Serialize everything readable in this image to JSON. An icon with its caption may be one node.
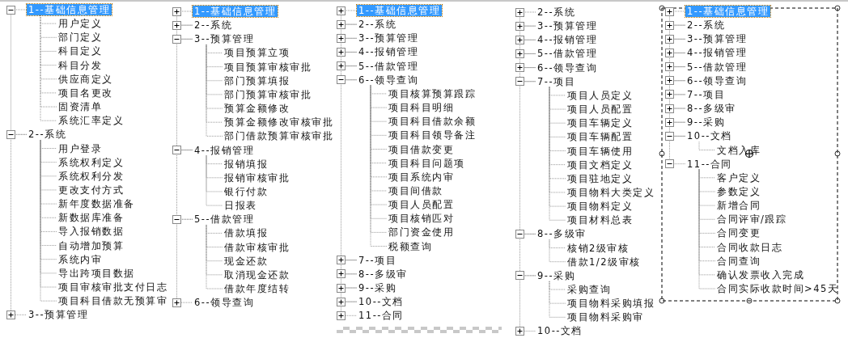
{
  "diagram": {
    "nodes": [
      {
        "text": [
          "1--基础信息管理"
        ]
      },
      {
        "text": [
          "用户定义"
        ]
      },
      {
        "text": [
          "部门定义"
        ]
      },
      {
        "text": [
          "科目定义"
        ]
      },
      {
        "text": [
          "科目分发"
        ]
      },
      {
        "text": [
          "供应商定义"
        ]
      },
      {
        "text": [
          "项目名更改"
        ]
      },
      {
        "text": [
          "固资清单"
        ]
      },
      {
        "text": [
          "系统汇率定义"
        ]
      },
      {
        "text": [
          "2--系统"
        ]
      },
      {
        "text": [
          "用户登录"
        ]
      },
      {
        "text": [
          "系统权利定义"
        ]
      },
      {
        "text": [
          "系统权利分发"
        ]
      },
      {
        "text": [
          "更改支付方式"
        ]
      },
      {
        "text": [
          "新年度数据准备"
        ]
      },
      {
        "text": [
          "新数据库准备"
        ]
      },
      {
        "text": [
          "导入报销数据"
        ]
      },
      {
        "text": [
          "自动增加预算"
        ]
      },
      {
        "text": [
          "系统内审"
        ]
      },
      {
        "text": [
          "导出跨项目数据"
        ]
      },
      {
        "text": [
          "项目审核审批支付日志"
        ]
      },
      {
        "text": [
          "项目科目借款无预算审"
        ]
      },
      {
        "text": [
          "3--预算管理"
        ]
      },
      {
        "text": [
          "1--基础信息管理"
        ]
      },
      {
        "text": [
          "2--系统"
        ]
      },
      {
        "text": [
          "3--预算管理"
        ]
      },
      {
        "text": [
          "项目预算立项"
        ]
      },
      {
        "text": [
          "项目预算审核审批"
        ]
      },
      {
        "text": [
          "部门预算填报"
        ]
      },
      {
        "text": [
          "部门预算审核审批"
        ]
      },
      {
        "text": [
          "预算金额修改"
        ]
      },
      {
        "text": [
          "预算金额修改审核审批"
        ]
      },
      {
        "text": [
          "部门借款预算审核审批"
        ]
      },
      {
        "text": [
          "4--报销管理"
        ]
      },
      {
        "text": [
          "报销填报"
        ]
      },
      {
        "text": [
          "报销审核审批"
        ]
      },
      {
        "text": [
          "银行付款"
        ]
      },
      {
        "text": [
          "日报表"
        ]
      },
      {
        "text": [
          "5--借款管理"
        ]
      },
      {
        "text": [
          "借款填报"
        ]
      },
      {
        "text": [
          "借款审核审批"
        ]
      },
      {
        "text": [
          "现金还款"
        ]
      },
      {
        "text": [
          "取消现金还款"
        ]
      },
      {
        "text": [
          "借款年度结转"
        ]
      },
      {
        "text": [
          "6--领导查询"
        ]
      },
      {
        "text": [
          "1--基础信息管理"
        ]
      },
      {
        "text": [
          "2--系统"
        ]
      },
      {
        "text": [
          "3--预算管理"
        ]
      },
      {
        "text": [
          "4--报销管理"
        ]
      },
      {
        "text": [
          "5--借款管理"
        ]
      },
      {
        "text": [
          "6--领导查询"
        ]
      },
      {
        "text": [
          "项目核算预算跟踪"
        ]
      },
      {
        "text": [
          "项目科目明细"
        ]
      },
      {
        "text": [
          "项目科目借款余额"
        ]
      },
      {
        "text": [
          "项目科目领导备注"
        ]
      },
      {
        "text": [
          "项目借款变更"
        ]
      },
      {
        "text": [
          "项目科目问题项"
        ]
      },
      {
        "text": [
          "项目系统内审"
        ]
      },
      {
        "text": [
          "项目间借款"
        ]
      },
      {
        "text": [
          "项目人员配置"
        ]
      },
      {
        "text": [
          "项目核销匹对"
        ]
      },
      {
        "text": [
          "部门资金使用"
        ]
      },
      {
        "text": [
          "税额查询"
        ]
      },
      {
        "text": [
          "7--项目"
        ]
      },
      {
        "text": [
          "8--多级审"
        ]
      },
      {
        "text": [
          "9--采购"
        ]
      },
      {
        "text": [
          "10--文档"
        ]
      },
      {
        "text": [
          "11--合同"
        ]
      },
      {
        "text": [
          "2--系统"
        ]
      },
      {
        "text": [
          "3--预算管理"
        ]
      },
      {
        "text": [
          "4--报销管理"
        ]
      },
      {
        "text": [
          "5--借款管理"
        ]
      },
      {
        "text": [
          "6--领导查询"
        ]
      },
      {
        "text": [
          "7--项目"
        ]
      },
      {
        "text": [
          "项目人员定义"
        ]
      },
      {
        "text": [
          "项目人员配置"
        ]
      },
      {
        "text": [
          "项目车辆定义"
        ]
      },
      {
        "text": [
          "项目车辆配置"
        ]
      },
      {
        "text": [
          "项目车辆使用"
        ]
      },
      {
        "text": [
          "项目文档定义"
        ]
      },
      {
        "text": [
          "项目驻地定义"
        ]
      },
      {
        "text": [
          "项目物料大类定义"
        ]
      },
      {
        "text": [
          "项目物料定义"
        ]
      },
      {
        "text": [
          "项目材料总表"
        ]
      },
      {
        "text": [
          "8--多级审"
        ]
      },
      {
        "text": [
          "核销2级审核"
        ]
      },
      {
        "text": [
          "借款1/2级审核"
        ]
      },
      {
        "text": [
          "9--采购"
        ]
      },
      {
        "text": [
          "采购查询"
        ]
      },
      {
        "text": [
          "项目物料采购填报"
        ]
      },
      {
        "text": [
          "项目物料采购审"
        ]
      },
      {
        "text": [
          "10--文档"
        ]
      },
      {
        "text": [
          "1--基础信息管理"
        ]
      },
      {
        "text": [
          "2--系统"
        ]
      },
      {
        "text": [
          "3--预算管理"
        ]
      },
      {
        "text": [
          "4--报销管理"
        ]
      },
      {
        "text": [
          "5--借款管理"
        ]
      },
      {
        "text": [
          "6--领导查询"
        ]
      },
      {
        "text": [
          "7--项目"
        ]
      },
      {
        "text": [
          "8--多级审"
        ]
      },
      {
        "text": [
          "9--采购"
        ]
      },
      {
        "text": [
          "10--文档"
        ]
      },
      {
        "text": [
          "文档入库"
        ]
      },
      {
        "text": [
          "11--合同"
        ]
      },
      {
        "text": [
          "客户定义"
        ]
      },
      {
        "text": [
          "参数定义"
        ]
      },
      {
        "text": [
          "新增合同"
        ]
      },
      {
        "text": [
          "合同评审/跟踪"
        ]
      },
      {
        "text": [
          "合同变更"
        ]
      },
      {
        "text": [
          "合同收款日志"
        ]
      },
      {
        "text": [
          "合同查询"
        ]
      },
      {
        "text": [
          "确认发票收入完成"
        ]
      },
      {
        "text": [
          "合同实际收款时间>45天"
        ]
      }
    ],
    "edges": [
      {
        "from": 0,
        "to": 1,
        "arrow": "none"
      },
      {
        "from": 0,
        "to": 2,
        "arrow": "none"
      },
      {
        "from": 0,
        "to": 3,
        "arrow": "none"
      },
      {
        "from": 0,
        "to": 4,
        "arrow": "none"
      },
      {
        "from": 0,
        "to": 5,
        "arrow": "none"
      },
      {
        "from": 0,
        "to": 6,
        "arrow": "none"
      },
      {
        "from": 0,
        "to": 7,
        "arrow": "none"
      },
      {
        "from": 0,
        "to": 8,
        "arrow": "none"
      },
      {
        "from": 9,
        "to": 10,
        "arrow": "none"
      },
      {
        "from": 9,
        "to": 11,
        "arrow": "none"
      },
      {
        "from": 9,
        "to": 12,
        "arrow": "none"
      },
      {
        "from": 9,
        "to": 13,
        "arrow": "none"
      },
      {
        "from": 9,
        "to": 14,
        "arrow": "none"
      },
      {
        "from": 9,
        "to": 15,
        "arrow": "none"
      },
      {
        "from": 9,
        "to": 16,
        "arrow": "none"
      },
      {
        "from": 9,
        "to": 17,
        "arrow": "none"
      },
      {
        "from": 9,
        "to": 18,
        "arrow": "none"
      },
      {
        "from": 9,
        "to": 19,
        "arrow": "none"
      },
      {
        "from": 9,
        "to": 20,
        "arrow": "none"
      },
      {
        "from": 9,
        "to": 21,
        "arrow": "none"
      },
      {
        "from": 25,
        "to": 26,
        "arrow": "none"
      },
      {
        "from": 25,
        "to": 27,
        "arrow": "none"
      },
      {
        "from": 25,
        "to": 28,
        "arrow": "none"
      },
      {
        "from": 25,
        "to": 29,
        "arrow": "none"
      },
      {
        "from": 25,
        "to": 30,
        "arrow": "none"
      },
      {
        "from": 25,
        "to": 31,
        "arrow": "none"
      },
      {
        "from": 25,
        "to": 32,
        "arrow": "none"
      },
      {
        "from": 33,
        "to": 34,
        "arrow": "none"
      },
      {
        "from": 33,
        "to": 35,
        "arrow": "none"
      },
      {
        "from": 33,
        "to": 36,
        "arrow": "none"
      },
      {
        "from": 33,
        "to": 37,
        "arrow": "none"
      },
      {
        "from": 38,
        "to": 39,
        "arrow": "none"
      },
      {
        "from": 38,
        "to": 40,
        "arrow": "none"
      },
      {
        "from": 38,
        "to": 41,
        "arrow": "none"
      },
      {
        "from": 38,
        "to": 42,
        "arrow": "none"
      },
      {
        "from": 38,
        "to": 43,
        "arrow": "none"
      },
      {
        "from": 50,
        "to": 51,
        "arrow": "none"
      },
      {
        "from": 50,
        "to": 52,
        "arrow": "none"
      },
      {
        "from": 50,
        "to": 53,
        "arrow": "none"
      },
      {
        "from": 50,
        "to": 54,
        "arrow": "none"
      },
      {
        "from": 50,
        "to": 55,
        "arrow": "none"
      },
      {
        "from": 50,
        "to": 56,
        "arrow": "none"
      },
      {
        "from": 50,
        "to": 57,
        "arrow": "none"
      },
      {
        "from": 50,
        "to": 58,
        "arrow": "none"
      },
      {
        "from": 50,
        "to": 59,
        "arrow": "none"
      },
      {
        "from": 50,
        "to": 60,
        "arrow": "none"
      },
      {
        "from": 50,
        "to": 61,
        "arrow": "none"
      },
      {
        "from": 50,
        "to": 62,
        "arrow": "none"
      },
      {
        "from": 73,
        "to": 74,
        "arrow": "none"
      },
      {
        "from": 73,
        "to": 75,
        "arrow": "none"
      },
      {
        "from": 73,
        "to": 76,
        "arrow": "none"
      },
      {
        "from": 73,
        "to": 77,
        "arrow": "none"
      },
      {
        "from": 73,
        "to": 78,
        "arrow": "none"
      },
      {
        "from": 73,
        "to": 79,
        "arrow": "none"
      },
      {
        "from": 73,
        "to": 80,
        "arrow": "none"
      },
      {
        "from": 73,
        "to": 81,
        "arrow": "none"
      },
      {
        "from": 73,
        "to": 82,
        "arrow": "none"
      },
      {
        "from": 73,
        "to": 83,
        "arrow": "none"
      },
      {
        "from": 84,
        "to": 85,
        "arrow": "none"
      },
      {
        "from": 84,
        "to": 86,
        "arrow": "none"
      },
      {
        "from": 87,
        "to": 88,
        "arrow": "none"
      },
      {
        "from": 87,
        "to": 89,
        "arrow": "none"
      },
      {
        "from": 87,
        "to": 90,
        "arrow": "none"
      },
      {
        "from": 101,
        "to": 102,
        "arrow": "none"
      },
      {
        "from": 103,
        "to": 104,
        "arrow": "none"
      },
      {
        "from": 103,
        "to": 105,
        "arrow": "none"
      },
      {
        "from": 103,
        "to": 106,
        "arrow": "none"
      },
      {
        "from": 103,
        "to": 107,
        "arrow": "none"
      },
      {
        "from": 103,
        "to": 108,
        "arrow": "none"
      },
      {
        "from": 103,
        "to": 109,
        "arrow": "none"
      },
      {
        "from": 103,
        "to": 110,
        "arrow": "none"
      },
      {
        "from": 103,
        "to": 111,
        "arrow": "none"
      },
      {
        "from": 103,
        "to": 112,
        "arrow": "none"
      },
      {
        "from": 0,
        "to": 9,
        "arrow": "none"
      },
      {
        "from": 9,
        "to": 22,
        "arrow": "none"
      },
      {
        "from": 23,
        "to": 24,
        "arrow": "none"
      },
      {
        "from": 24,
        "to": 25,
        "arrow": "none"
      },
      {
        "from": 25,
        "to": 33,
        "arrow": "none"
      },
      {
        "from": 33,
        "to": 38,
        "arrow": "none"
      },
      {
        "from": 38,
        "to": 44,
        "arrow": "none"
      },
      {
        "from": 45,
        "to": 46,
        "arrow": "none"
      },
      {
        "from": 46,
        "to": 47,
        "arrow": "none"
      },
      {
        "from": 47,
        "to": 48,
        "arrow": "none"
      },
      {
        "from": 48,
        "to": 49,
        "arrow": "none"
      },
      {
        "from": 49,
        "to": 50,
        "arrow": "none"
      },
      {
        "from": 50,
        "to": 63,
        "arrow": "none"
      },
      {
        "from": 63,
        "to": 64,
        "arrow": "none"
      },
      {
        "from": 64,
        "to": 65,
        "arrow": "none"
      },
      {
        "from": 65,
        "to": 66,
        "arrow": "none"
      },
      {
        "from": 66,
        "to": 67,
        "arrow": "none"
      },
      {
        "from": 68,
        "to": 69,
        "arrow": "none"
      },
      {
        "from": 69,
        "to": 70,
        "arrow": "none"
      },
      {
        "from": 70,
        "to": 71,
        "arrow": "none"
      },
      {
        "from": 71,
        "to": 72,
        "arrow": "none"
      },
      {
        "from": 72,
        "to": 73,
        "arrow": "none"
      },
      {
        "from": 73,
        "to": 84,
        "arrow": "none"
      },
      {
        "from": 84,
        "to": 87,
        "arrow": "none"
      },
      {
        "from": 87,
        "to": 91,
        "arrow": "none"
      },
      {
        "from": 92,
        "to": 93,
        "arrow": "none"
      },
      {
        "from": 93,
        "to": 94,
        "arrow": "none"
      },
      {
        "from": 94,
        "to": 95,
        "arrow": "none"
      },
      {
        "from": 95,
        "to": 96,
        "arrow": "none"
      },
      {
        "from": 96,
        "to": 97,
        "arrow": "none"
      },
      {
        "from": 97,
        "to": 98,
        "arrow": "none"
      },
      {
        "from": 98,
        "to": 99,
        "arrow": "none"
      },
      {
        "from": 99,
        "to": 100,
        "arrow": "none"
      },
      {
        "from": 100,
        "to": 101,
        "arrow": "none"
      },
      {
        "from": 101,
        "to": 103,
        "arrow": "none"
      }
    ]
  }
}
